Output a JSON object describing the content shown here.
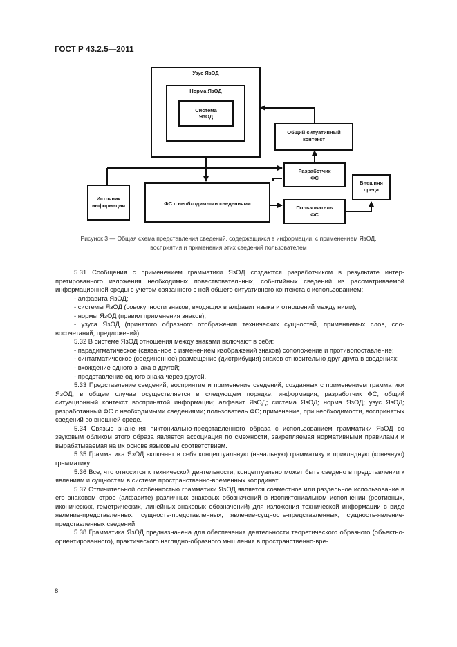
{
  "header": {
    "standard": "ГОСТ Р 43.2.5—2011"
  },
  "diagram": {
    "usus": "Узус ЯзОД",
    "norma": "Норма ЯзОД",
    "sistema_line1": "Система",
    "sistema_line2": "ЯзОД",
    "context_line1": "Общий ситуативный",
    "context_line2": "контекст",
    "source_line1": "Источник",
    "source_line2": "информации",
    "fs": "ФС с необходимыми сведениями",
    "developer_line1": "Разработчик",
    "developer_line2": "ФС",
    "user_line1": "Пользователь",
    "user_line2": "ФС",
    "env_line1": "Внешняя",
    "env_line2": "среда"
  },
  "caption": {
    "line1": "Рисунок  3 — Общая схема представления сведений, содержащихся в информации, с применением ЯзОД,",
    "line2": "восприятия и применения этих сведений пользователем"
  },
  "paragraphs": [
    {
      "indent": true,
      "text": "5.31 Сообщения с применением грамматики ЯзОД создаются разработчиком в результате интер­претированного изложения необходимых повествовательных, событийных сведений из рассматривае­мой информационной среды с учетом связанного с ней общего ситуативного контекста с использованием:"
    },
    {
      "indent": true,
      "text": "- алфавита ЯзОД;"
    },
    {
      "indent": true,
      "text": "- системы ЯзОД (совокупности знаков, входящих в алфавит языка и отношений между ними);"
    },
    {
      "indent": true,
      "text": "- нормы ЯзОД (правил применения знаков);"
    },
    {
      "indent": true,
      "text": "- узуса ЯзОД (принятого образного отображения технических сущностей, применяемых слов, сло­восочетаний, предложений)."
    },
    {
      "indent": true,
      "text": "5.32 В системе ЯзОД отношения между знаками включают в себя:"
    },
    {
      "indent": true,
      "text": "- парадигматическое (связанное с изменением изображений знаков) соположение и противопос­тавление;"
    },
    {
      "indent": true,
      "text": "- синтагматическое (соединенное) размещение (дистрибуция) знаков относительно друг друга в сведениях;"
    },
    {
      "indent": true,
      "text": "- вхождение одного знака в другой;"
    },
    {
      "indent": true,
      "text": "- представление одного знака через другой."
    },
    {
      "indent": true,
      "text": "5.33 Представление сведений, восприятие и применение сведений, созданных с применением грамматики ЯзОД, в общем случае осуществляется в следующем порядке: информация; разработчик ФС; общий ситуационный контекст воспринятой информации; алфавит ЯзОД; система ЯзОД; норма ЯзОД; узус ЯзОД; разработанный ФС с необходимыми сведениями; пользователь ФС; применение, при необходимости, воспринятых сведений во внешней среде."
    },
    {
      "indent": true,
      "text": "5.34 Связью значения пиктониально-представленного образа с использованием грамматики ЯзОД со звуковым обликом этого образа является ассоциация по смежности, закрепляемая норматив­ными правилами и вырабатываемая на их основе языковым соответствием."
    },
    {
      "indent": true,
      "text": "5.35 Грамматика ЯзОД включает в себя концептуальную (начальную) грамматику и прикладную (конечную) грамматику."
    },
    {
      "indent": true,
      "text": "5.36 Все, что относится к технической деятельности, концептуально может быть сведено в пред­ставлении к явлениям и сущностям в системе пространственно-временных координат."
    },
    {
      "indent": true,
      "text": "5.37 Отличительной особенностью грамматики ЯзОД является совместное или раздельное использование в его знаковом строе (алфавите) различных знаковых обозначений в изопиктониальном исполнении (реотивных, иконических, геметрических, линейных знаковых обозначений) для изложения технической информации в виде явление-представленных, сущность-представленных, явление-сущ­ность-представленных, сущность-явление-представленных сведений."
    },
    {
      "indent": true,
      "text": "5.38 Грамматика ЯзОД предназначена для обеспечения деятельности теоретического образного (объектно-ориентированного), практического наглядно-образного мышления в пространственно-вре-"
    }
  ],
  "page_number": "8"
}
